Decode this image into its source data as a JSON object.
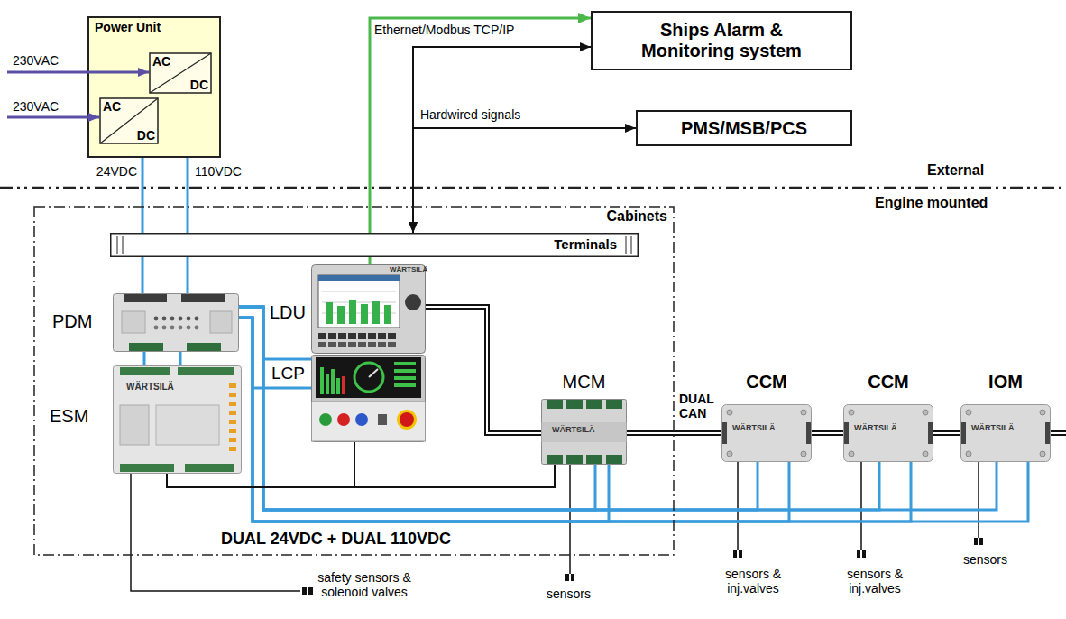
{
  "diagram": {
    "nodes": [
      {
        "text": [
          "Power Unit"
        ]
      },
      {
        "text": [
          "AC",
          "DC"
        ],
        "in": 0
      },
      {
        "text": [
          "AC",
          "DC"
        ],
        "in": 0
      },
      {
        "text": [
          "Ships Alarm & Monitoring system"
        ]
      },
      {
        "text": [
          "PMS/MSB/PCS"
        ]
      },
      {
        "text": [
          "Cabinets"
        ]
      },
      {
        "text": [
          "Terminals"
        ],
        "in": 5
      },
      {
        "text": [
          "PDM"
        ],
        "in": 5
      },
      {
        "text": [
          "LDU"
        ],
        "in": 5
      },
      {
        "text": [
          "LCP"
        ],
        "in": 5
      },
      {
        "text": [
          "ESM"
        ],
        "in": 5
      },
      {
        "text": [
          "MCM"
        ],
        "in": 5
      },
      {
        "text": [
          "CCM"
        ]
      },
      {
        "text": [
          "CCM"
        ]
      },
      {
        "text": [
          "IOM"
        ]
      }
    ],
    "edges": [
      {
        "from": 2,
        "to": 7,
        "arrow": "none",
        "label": "24VDC"
      },
      {
        "from": 1,
        "to": 7,
        "arrow": "none",
        "label": "110VDC"
      },
      {
        "from": 8,
        "to": 3,
        "arrow": "to",
        "label": "Ethernet/Modbus TCP/IP"
      },
      {
        "from": 6,
        "to": 3,
        "arrow": "both"
      },
      {
        "from": 6,
        "to": 4,
        "arrow": "both",
        "label": "Hardwired signals"
      },
      {
        "from": 7,
        "to": 10,
        "arrow": "none"
      },
      {
        "from": 7,
        "to": 10,
        "arrow": "none"
      },
      {
        "from": 7,
        "to": 9,
        "arrow": "none"
      },
      {
        "from": 7,
        "to": 9,
        "arrow": "none"
      },
      {
        "from": 7,
        "to": 11,
        "arrow": "none"
      },
      {
        "from": 7,
        "to": 11,
        "arrow": "none"
      },
      {
        "from": 7,
        "to": 12,
        "arrow": "none"
      },
      {
        "from": 7,
        "to": 12,
        "arrow": "none"
      },
      {
        "from": 7,
        "to": 13,
        "arrow": "none"
      },
      {
        "from": 7,
        "to": 13,
        "arrow": "none"
      },
      {
        "from": 7,
        "to": 14,
        "arrow": "none"
      },
      {
        "from": 7,
        "to": 14,
        "arrow": "none"
      },
      {
        "from": 8,
        "to": 11,
        "arrow": "none"
      },
      {
        "from": 10,
        "to": 11,
        "arrow": "none"
      },
      {
        "from": 9,
        "to": 11,
        "arrow": "none"
      },
      {
        "from": 11,
        "to": 12,
        "arrow": "none",
        "label": "DUAL CAN"
      },
      {
        "from": 12,
        "to": 13,
        "arrow": "none"
      },
      {
        "from": 13,
        "to": 14,
        "arrow": "none"
      }
    ],
    "labels": [
      "230VAC",
      "230VAC",
      "External",
      "Engine mounted",
      "WÄRTSILÄ",
      "WÄRTSILÄ",
      "WÄRTSILÄ",
      "WÄRTSILÄ",
      "WÄRTSILÄ",
      "WÄRTSILÄ",
      "DUAL 24VDC + DUAL 110VDC",
      "safety sensors & solenoid valves",
      "sensors",
      "sensors & inj.valves",
      "sensors & inj.valves",
      "sensors"
    ]
  }
}
